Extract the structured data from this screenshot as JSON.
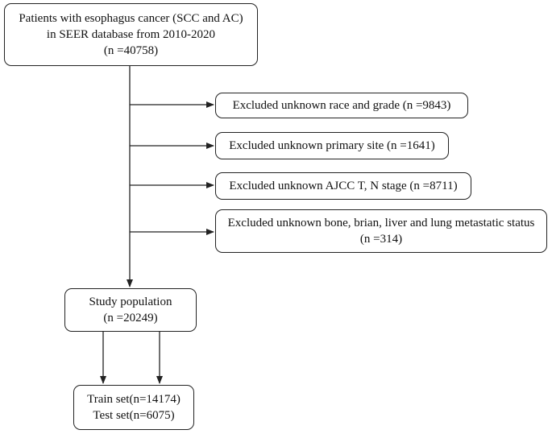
{
  "source_box": {
    "line1": "Patients with esophagus cancer (SCC and AC)",
    "line2": "in SEER database from 2010-2020",
    "line3": "(n =40758)"
  },
  "exclusions": [
    {
      "line1": "Excluded unknown race and grade (n =9843)"
    },
    {
      "line1": "Excluded unknown primary site (n =1641)"
    },
    {
      "line1": "Excluded unknown AJCC T, N stage (n =8711)"
    },
    {
      "line1": "Excluded unknown bone, brian, liver and lung metastatic status",
      "line2": "(n =314)"
    }
  ],
  "study_box": {
    "line1": "Study population",
    "line2": "(n =20249)"
  },
  "split_box": {
    "line1": "Train set(n=14174)",
    "line2": "Test set(n=6075)"
  }
}
